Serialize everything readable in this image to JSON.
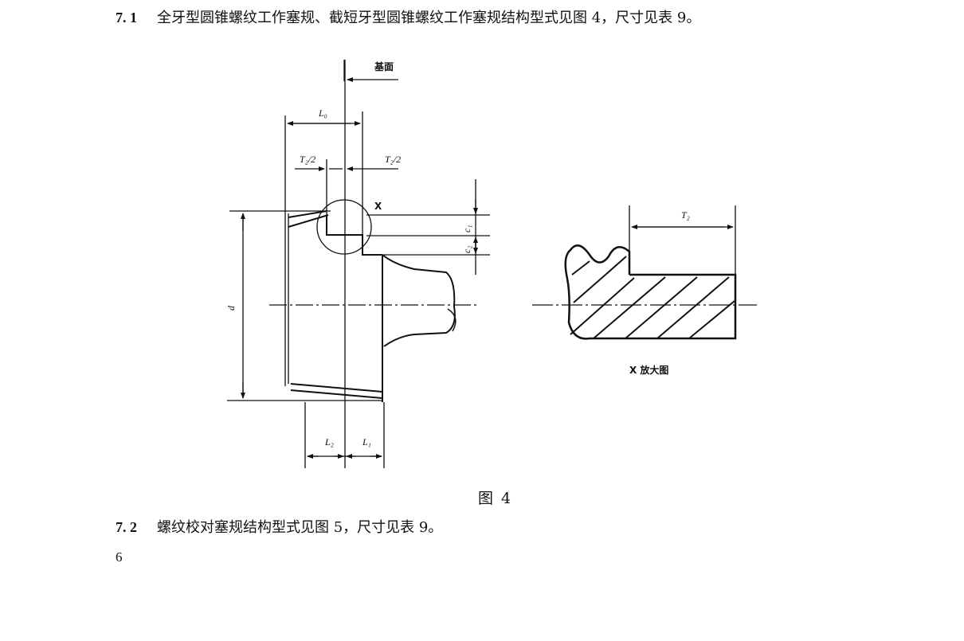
{
  "section_7_1": {
    "number": "7. 1",
    "text": "全牙型圆锥螺纹工作塞规、截短牙型圆锥螺纹工作塞规结构型式见图 4，尺寸见表 9。"
  },
  "figure": {
    "label_base": "基面",
    "label_L0": "L₀",
    "label_T2_half_left": "T₂/2",
    "label_T2_half_right": "T₂/2",
    "label_X": "X",
    "label_c1": "c₁",
    "label_c2": "c₂",
    "label_d": "d",
    "label_L2": "L₂",
    "label_L1": "L₁",
    "label_T2": "T₂",
    "label_detail": "X 放大图",
    "caption": "图  4"
  },
  "section_7_2": {
    "number": "7. 2",
    "text": "螺纹校对塞规结构型式见图 5，尺寸见表 9。"
  },
  "page_number": "6"
}
